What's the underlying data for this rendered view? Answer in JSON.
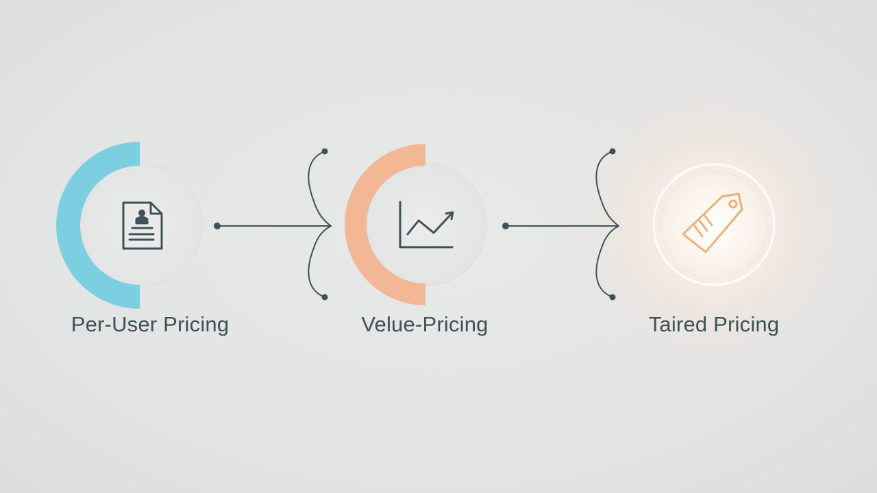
{
  "colors": {
    "background": "#e3e4e4",
    "stage1_accent": "#7ccfe0",
    "stage2_accent": "#f2b896",
    "stage3_accent": "#f0b47e",
    "line": "#3e5158",
    "icon": "#3e5158"
  },
  "stages": [
    {
      "label": "Per-User Pricing",
      "icon": "document-user-icon"
    },
    {
      "label": "Velue-Pricing",
      "icon": "growth-chart-icon"
    },
    {
      "label": "Taired Pricing",
      "icon": "price-tag-icon"
    }
  ]
}
